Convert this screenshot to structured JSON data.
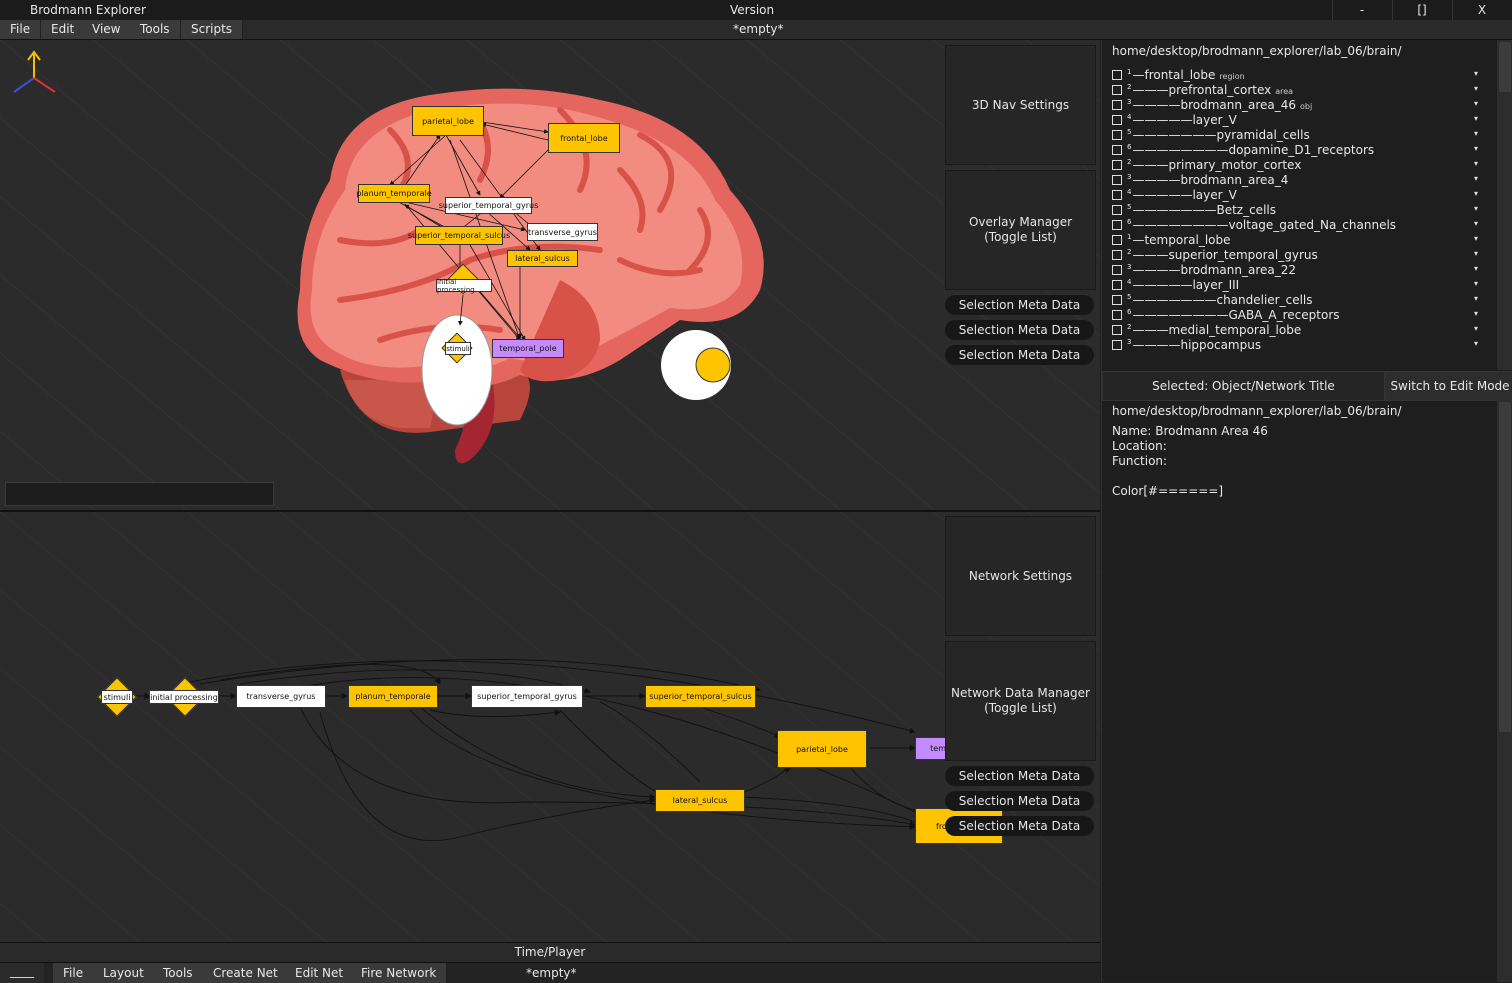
{
  "app": {
    "title": "Brodmann Explorer",
    "version_label": "Version",
    "minimize": "-",
    "maximize": "[]",
    "close": "X"
  },
  "menu": {
    "items": [
      "File",
      "Edit",
      "View",
      "Tools",
      "Scripts"
    ],
    "file_name": "*empty*"
  },
  "top_panel": {
    "nav_settings": "3D Nav Settings",
    "overlay_manager": "Overlay Manager\n(Toggle List)",
    "meta_buttons": [
      "Selection Meta Data",
      "Selection Meta Data",
      "Selection Meta Data"
    ],
    "nodes": {
      "parietal_lobe": "parietal_lobe",
      "frontal_lobe": "frontal_lobe",
      "planum_temporale": "planum_temporale",
      "superior_temporal_gyrus": "superior_temporal_gyrus",
      "transverse_gyrus": "transverse_gyrus",
      "superior_temporal_sulcus": "superior_temporal_sulcus",
      "lateral_sulcus": "lateral_sulcus",
      "initial_processing": "initial processing",
      "stimuli": "stimuli",
      "temporal_pole": "temporal_pole"
    }
  },
  "bottom_panel": {
    "network_settings": "Network Settings",
    "network_data_manager": "Network Data Manager\n(Toggle List)",
    "meta_buttons": [
      "Selection Meta Data",
      "Selection Meta Data",
      "Selection Meta Data"
    ],
    "nodes": {
      "stimuli": "stimuli",
      "initial_processing": "initial processing",
      "transverse_gyrus": "transverse_gyrus",
      "planum_temporale": "planum_temporale",
      "superior_temporal_gyrus": "superior_temporal_gyrus",
      "superior_temporal_sulcus": "superior_temporal_sulcus",
      "parietal_lobe": "parietal_lobe",
      "temporal_partial": "tem",
      "lateral_sulcus": "lateral_sulcus",
      "frontal_partial": "fro"
    },
    "time_player": "Time/Player",
    "toolbar": {
      "handle": "____",
      "items": [
        "File",
        "Layout",
        "Tools",
        "Create Net",
        "Edit Net",
        "Fire Network"
      ],
      "file_name": "*empty*"
    }
  },
  "tree": {
    "path": "home/desktop/brodmann_explorer/lab_06/brain/",
    "rows": [
      {
        "level": "1",
        "dash": "—",
        "label": "frontal_lobe",
        "tag": "region"
      },
      {
        "level": "2",
        "dash": "———",
        "label": "prefrontal_cortex",
        "tag": "area"
      },
      {
        "level": "3",
        "dash": "————",
        "label": "brodmann_area_46",
        "tag": "obj"
      },
      {
        "level": "4",
        "dash": "—————",
        "label": "layer_V",
        "tag": ""
      },
      {
        "level": "5",
        "dash": "———————",
        "label": "pyramidal_cells",
        "tag": ""
      },
      {
        "level": "6",
        "dash": "————————",
        "label": "dopamine_D1_receptors",
        "tag": ""
      },
      {
        "level": "2",
        "dash": "———",
        "label": "primary_motor_cortex",
        "tag": ""
      },
      {
        "level": "3",
        "dash": "————",
        "label": "brodmann_area_4",
        "tag": ""
      },
      {
        "level": "4",
        "dash": "—————",
        "label": "layer_V",
        "tag": ""
      },
      {
        "level": "5",
        "dash": "———————",
        "label": "Betz_cells",
        "tag": ""
      },
      {
        "level": "6",
        "dash": "————————",
        "label": "voltage_gated_Na_channels",
        "tag": ""
      },
      {
        "level": "1",
        "dash": "—",
        "label": "temporal_lobe",
        "tag": ""
      },
      {
        "level": "2",
        "dash": "———",
        "label": "superior_temporal_gyrus",
        "tag": ""
      },
      {
        "level": "3",
        "dash": "————",
        "label": "brodmann_area_22",
        "tag": ""
      },
      {
        "level": "4",
        "dash": "—————",
        "label": "layer_III",
        "tag": ""
      },
      {
        "level": "5",
        "dash": "———————",
        "label": "chandelier_cells",
        "tag": ""
      },
      {
        "level": "6",
        "dash": "————————",
        "label": "GABA_A_receptors",
        "tag": ""
      },
      {
        "level": "2",
        "dash": "———",
        "label": "medial_temporal_lobe",
        "tag": ""
      },
      {
        "level": "3",
        "dash": "————",
        "label": "hippocampus",
        "tag": ""
      }
    ],
    "dropdown_glyph": "▾"
  },
  "selection": {
    "title": "Selected: Object/Network Title",
    "edit_mode": "Switch to Edit Mode",
    "path": "home/desktop/brodmann_explorer/lab_06/brain/",
    "name": "Name: Brodmann Area 46",
    "location": "Location:",
    "function": "Function:",
    "color": "Color[#======]"
  },
  "colors": {
    "node_yellow": "#ffc400",
    "node_purple": "#c48bff",
    "brain": "#f08a7e"
  },
  "icons": [
    "axis-gizmo-icon",
    "checkbox-icon",
    "chevron-down-icon"
  ]
}
